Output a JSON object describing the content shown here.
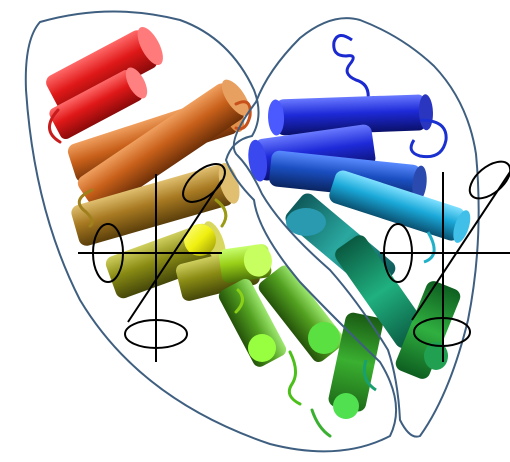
{
  "figure": {
    "type": "protein-ribbon-diagram",
    "style": "cylindrical alpha-helices colored by chain position",
    "domains": [
      "left-domain",
      "right-domain"
    ],
    "outline_color": "#3f5f80",
    "axes_color": "#000000",
    "helix_colors": {
      "left-domain": [
        "#e01818",
        "#d02a10",
        "#c8601a",
        "#a87a22",
        "#8a8c14",
        "#6a8a18",
        "#9ad018",
        "#66b81e",
        "#3a9a22",
        "#2eb02a",
        "#1fa040"
      ],
      "right-domain": [
        "#1e2ad8",
        "#1020c0",
        "#1a4ec0",
        "#1a8ae0",
        "#1aa8c8",
        "#20a0a0",
        "#1aa088",
        "#14a070",
        "#16a04a"
      ]
    }
  }
}
